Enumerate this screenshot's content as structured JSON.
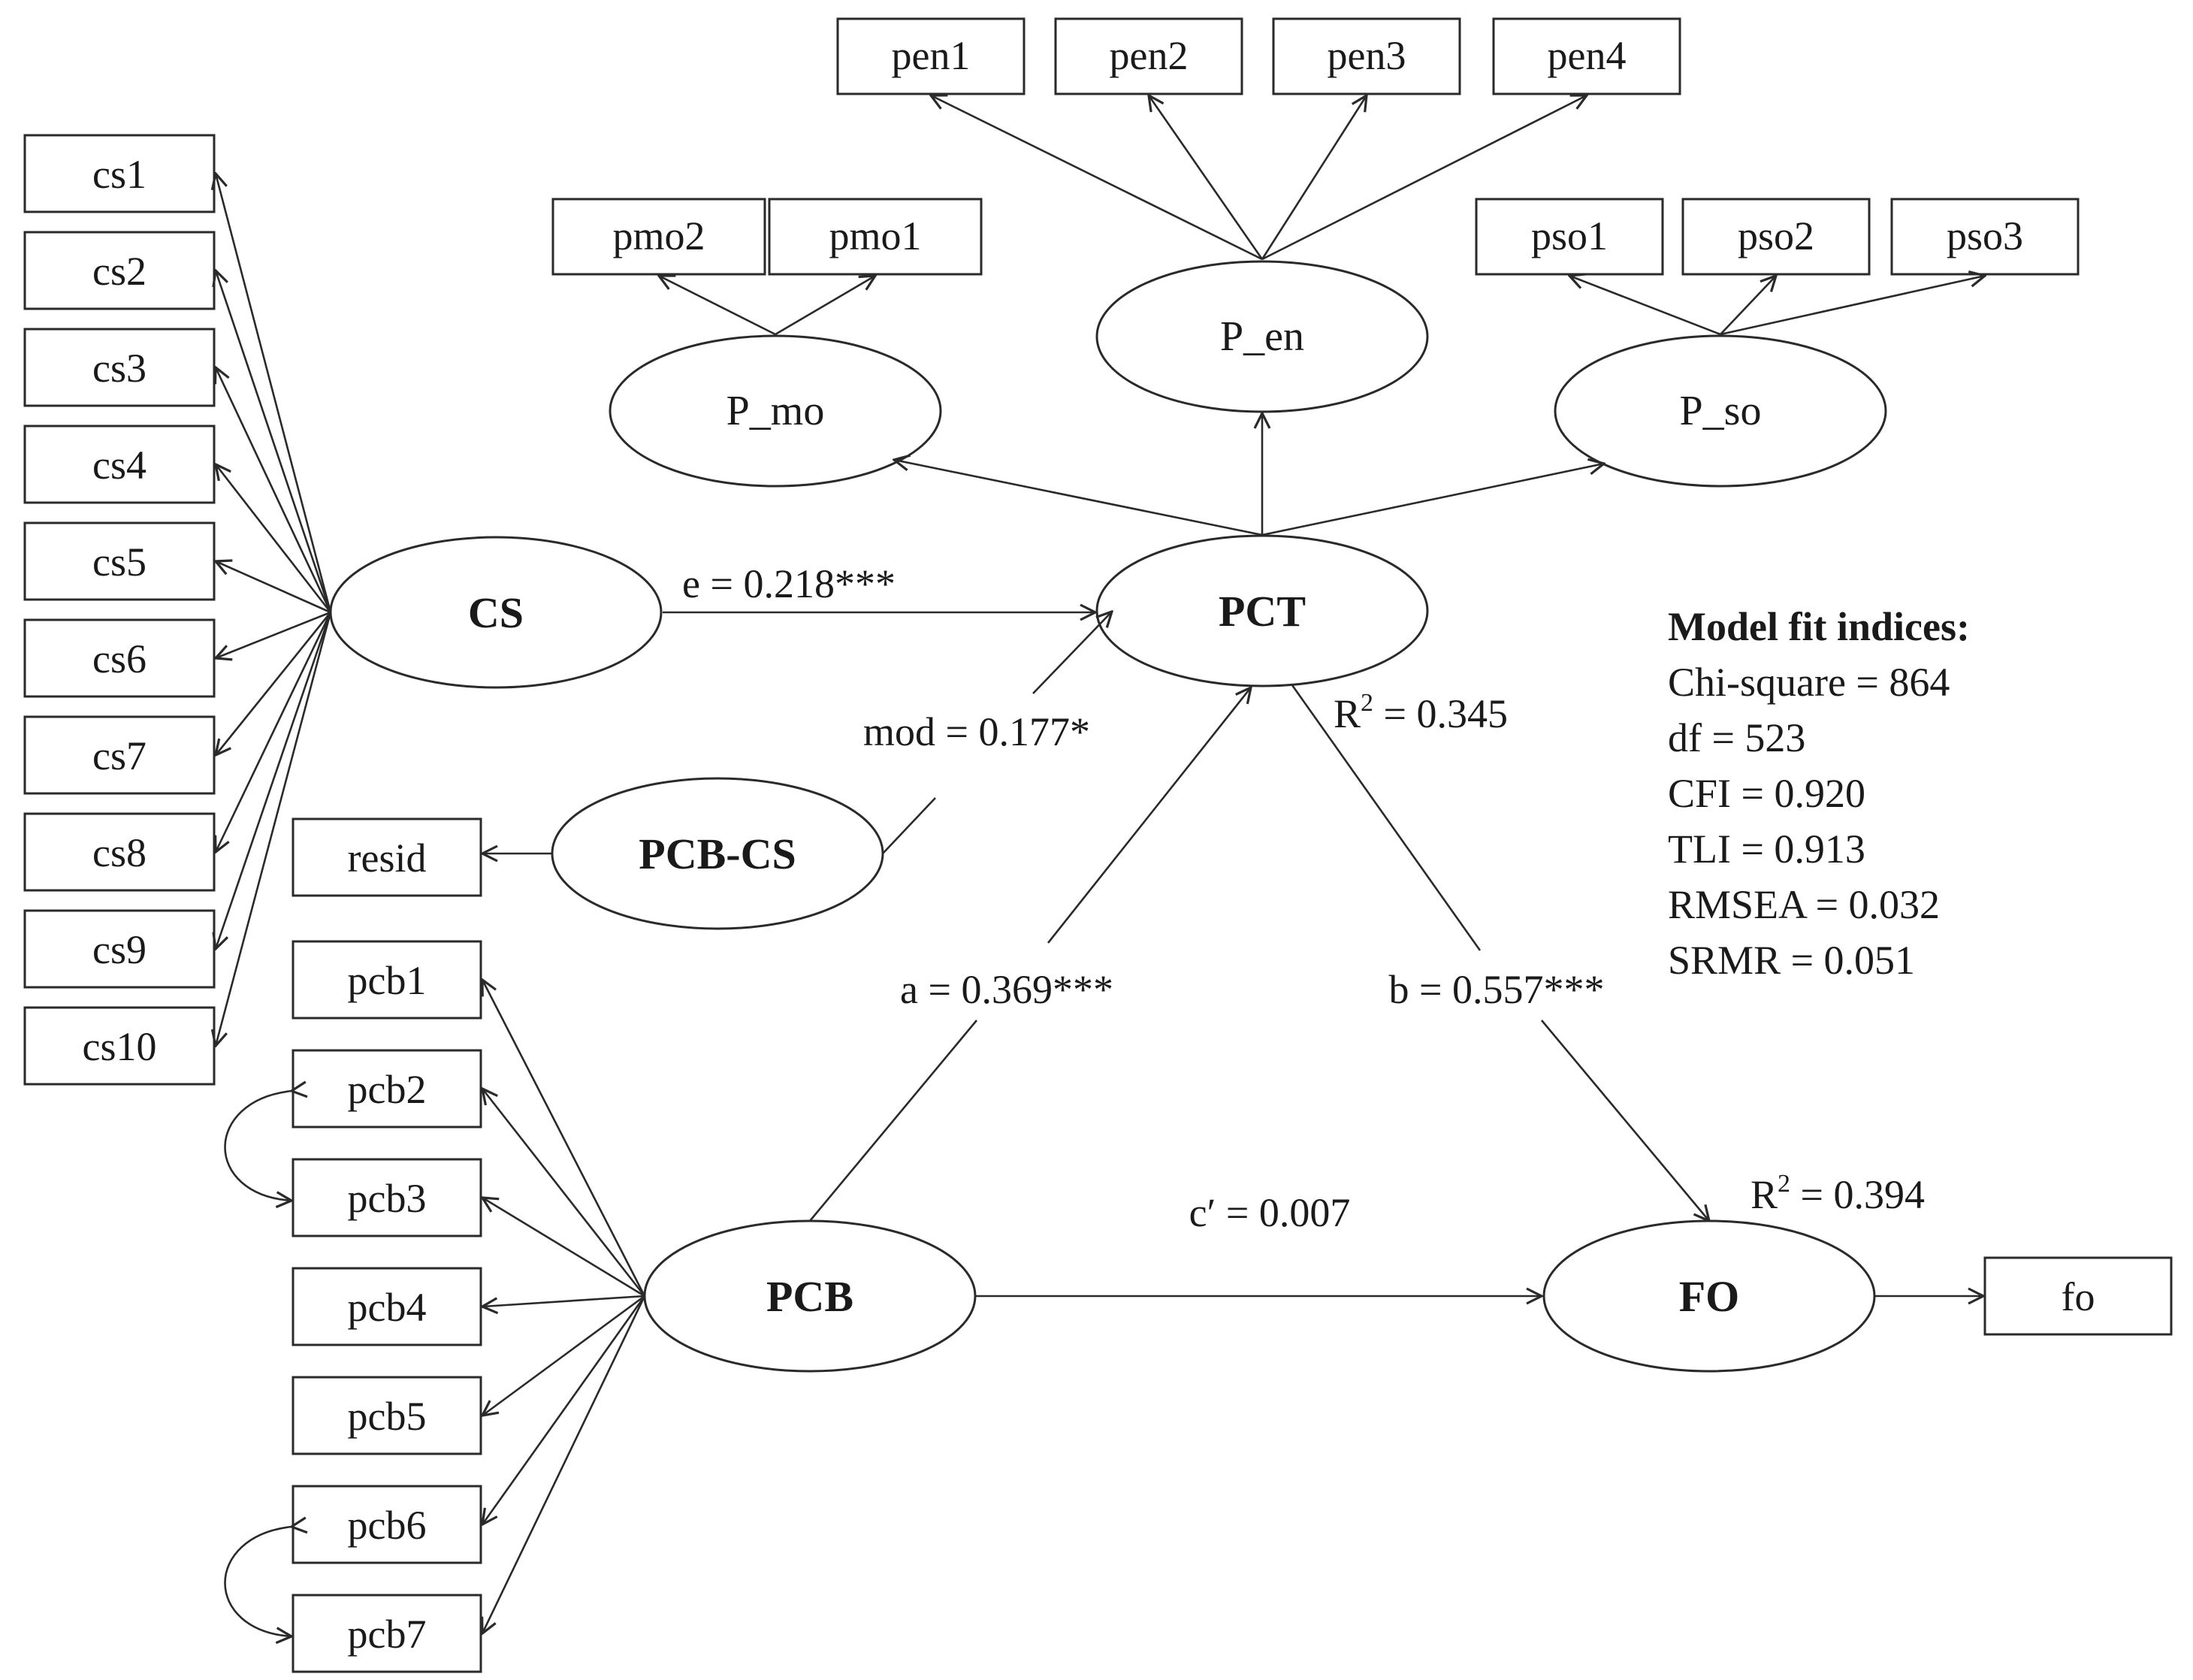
{
  "diagram": {
    "indicators": {
      "cs": [
        "cs1",
        "cs2",
        "cs3",
        "cs4",
        "cs5",
        "cs6",
        "cs7",
        "cs8",
        "cs9",
        "cs10"
      ],
      "pcb": [
        "pcb1",
        "pcb2",
        "pcb3",
        "pcb4",
        "pcb5",
        "pcb6",
        "pcb7"
      ],
      "pen": [
        "pen1",
        "pen2",
        "pen3",
        "pen4"
      ],
      "pmo": [
        "pmo2",
        "pmo1"
      ],
      "pso": [
        "pso1",
        "pso2",
        "pso3"
      ],
      "resid": "resid",
      "fo": "fo"
    },
    "latents": {
      "cs": "CS",
      "pct": "PCT",
      "pcb_cs": "PCB-CS",
      "pcb": "PCB",
      "fo": "FO",
      "p_mo": "P_mo",
      "p_en": "P_en",
      "p_so": "P_so"
    },
    "paths": {
      "e": "e = 0.218***",
      "mod": "mod = 0.177*",
      "a": "a = 0.369***",
      "b": "b = 0.557***",
      "c_prime": "c′ = 0.007"
    },
    "r_squared": {
      "pct_prefix": "R",
      "pct_sup": "2",
      "pct_value": " = 0.345",
      "fo_prefix": "R",
      "fo_sup": "2",
      "fo_value": " = 0.394"
    },
    "fit": {
      "title": "Model fit indices:",
      "lines": [
        "Chi-square = 864",
        "df = 523",
        "CFI = 0.920",
        "TLI = 0.913",
        "RMSEA = 0.032",
        "SRMR = 0.051"
      ]
    }
  }
}
